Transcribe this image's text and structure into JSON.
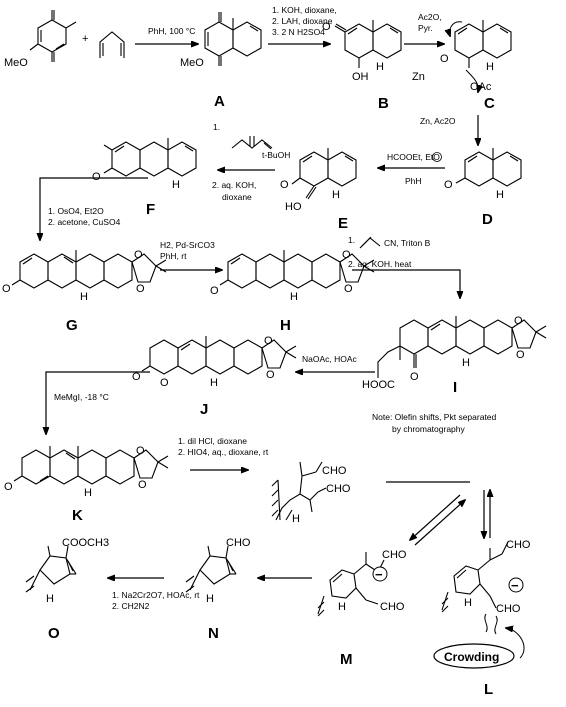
{
  "labels": {
    "A": "A",
    "B": "B",
    "C": "C",
    "D": "D",
    "E": "E",
    "F": "F",
    "G": "G",
    "H": "H",
    "I": "I",
    "J": "J",
    "K": "K",
    "L": "L",
    "M": "M",
    "N": "N",
    "O": "O"
  },
  "atoms": {
    "meo1": "MeO",
    "meo2": "MeO",
    "oh": "OH",
    "oac1": "OAc",
    "zn": "Zn",
    "o": "O",
    "h": "H",
    "ho": "HO",
    "hooc": "HOOC",
    "cho": "CHO",
    "cooch3": "COOCH3",
    "minus": "−"
  },
  "conditions": {
    "step1": "PhH, 100 °C",
    "step2": [
      "1. KOH, dioxane,",
      "2. LAH, dioxane",
      "3. 2 N H2SO4"
    ],
    "step3": [
      "Ac2O,",
      "Pyr."
    ],
    "step4": "Zn, Ac2O",
    "step5a": "HCOOEt, EtO",
    "step5b": "PhH",
    "step6a": "1.",
    "step6b": "t-BuOH",
    "step6c": [
      "2. aq. KOH,",
      "dioxane"
    ],
    "step7": [
      "1. OsO4, Et2O",
      "2. acetone, CuSO4"
    ],
    "step8": [
      "H2, Pd-SrCO3",
      "PhH, rt"
    ],
    "step9a": "1.",
    "step9b": "CN, Triton B",
    "step9c": "2. aq. KOH. heat",
    "step10": "NaOAc, HOAc",
    "step11": "MeMgI, -18 °C",
    "step12": [
      "1. dil HCl, dioxane",
      "2. HIO4, aq., dioxane, rt"
    ],
    "step13": [
      "1. Na2Cr2O7, HOAc, rt",
      "2. CH2N2"
    ]
  },
  "note": [
    "Note: Olefin shifts, Pkt separated",
    "by chromatography"
  ],
  "crowding": "Crowding"
}
